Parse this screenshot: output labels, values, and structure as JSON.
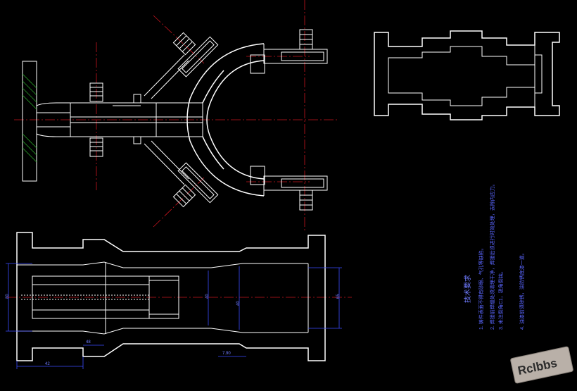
{
  "drawing": {
    "background": "#000000",
    "colors": {
      "outline": "#ffffff",
      "centerline": "#c8141e",
      "dimension": "#3a4cff",
      "hatch": "#2fbf2f",
      "text": "#6f7bff"
    }
  },
  "dimensions": {
    "left_height": "80",
    "inner_a": "40",
    "inner_b": "40",
    "right_height": "65",
    "step_48": "48",
    "width_7": "7.90",
    "overall_42": "42"
  },
  "notes": {
    "title": "技术要求",
    "line1": "1. 铸件表面不得有砂眼、气孔等缺陷。",
    "line2": "2. 焊接前焊缝处须清理干净，焊接后须进行时效处理，去除内应力。",
    "line3": "3. 未注倒角C1，锐角倒钝。",
    "line4": "4. 油漆前须除锈，涂防锈底漆一道。"
  },
  "watermark": {
    "text": "Rclbbs"
  }
}
